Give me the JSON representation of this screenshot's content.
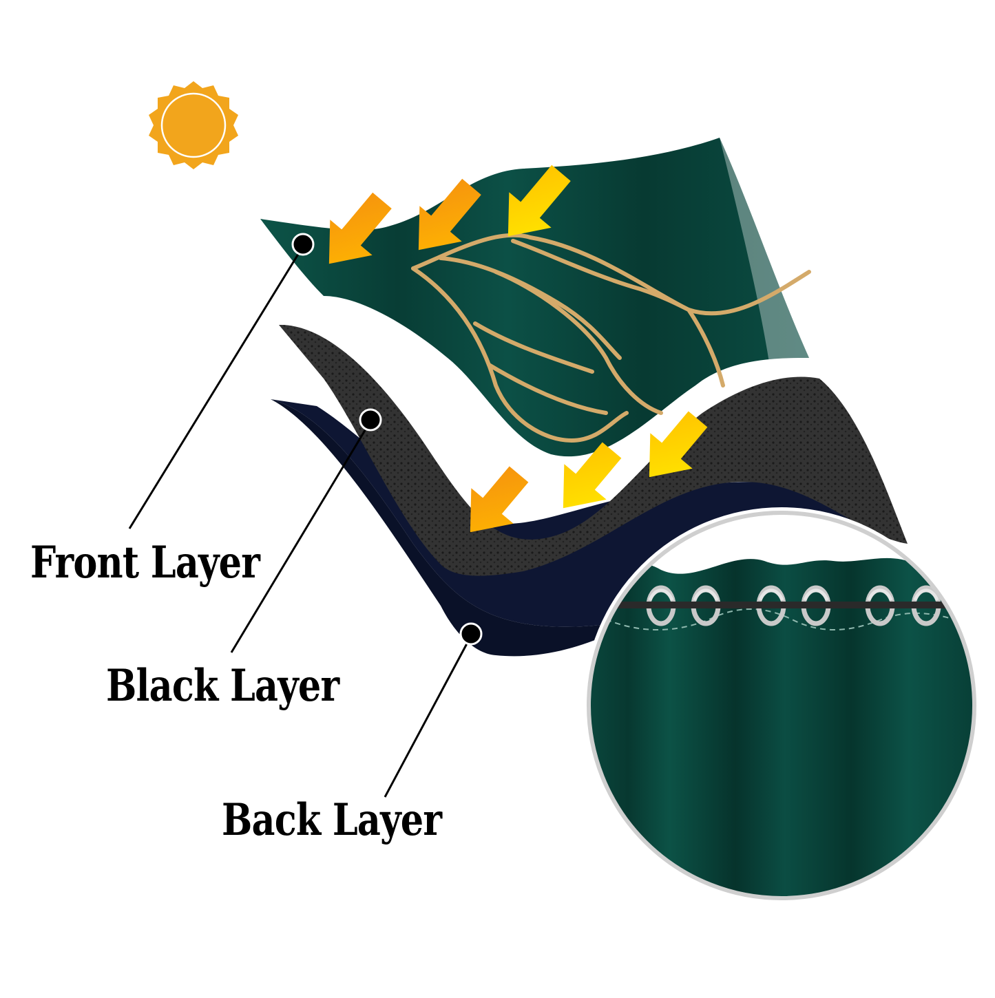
{
  "labels": {
    "front": "Front Layer",
    "black": "Black Layer",
    "back": "Back Layer"
  },
  "icons": {
    "sun": "sun-icon",
    "arrows": "light-arrow-icon",
    "grommet": "grommet-ring-icon"
  },
  "colors": {
    "sun": "#F2A51C",
    "front_layer": "#0B4A40",
    "black_layer": "#2C2C2C",
    "back_layer": "#0E1633",
    "gold_lines": "#D4AA6A",
    "arrow_orange": "#F08A0C",
    "arrow_yellow": "#FFE000",
    "callout": "#000000"
  }
}
